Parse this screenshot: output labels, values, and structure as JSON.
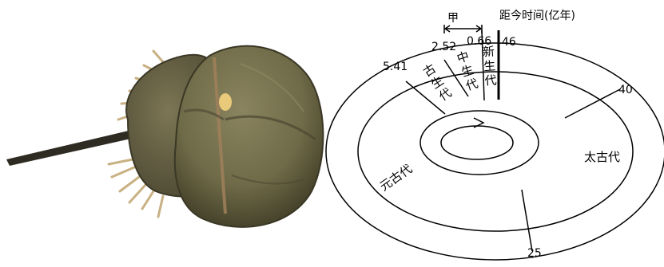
{
  "specimen": {
    "icon": "horseshoe-crab-photo",
    "colors": {
      "shell": "#6f6a47",
      "shell_dark": "#3f3c27",
      "spine": "#c8b183",
      "tail": "#2e2c22"
    }
  },
  "diagram": {
    "title": "距今时间(亿年)",
    "bracket_label": "甲",
    "time_marks": [
      "5.41",
      "2.52",
      "0.66",
      "46",
      "40",
      "25"
    ],
    "eras": [
      {
        "name": "古生代",
        "chars": [
          "古",
          "生",
          "代"
        ]
      },
      {
        "name": "中生代",
        "chars": [
          "中",
          "生",
          "代"
        ]
      },
      {
        "name": "新生代",
        "chars": [
          "新",
          "生",
          "代"
        ]
      },
      {
        "name": "太古代"
      },
      {
        "name": "元古代"
      }
    ]
  }
}
